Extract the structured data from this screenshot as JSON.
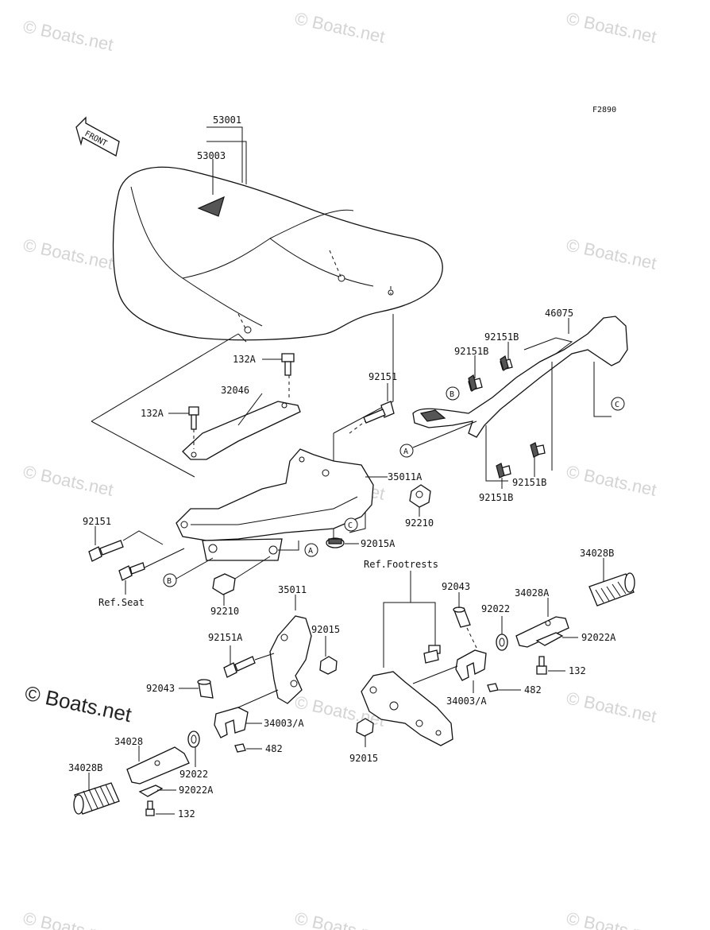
{
  "diagram": {
    "figure_code": "F2890",
    "front_arrow_label": "FRONT",
    "watermark": "© Boats.net",
    "big_watermark": "© Boats.net",
    "part_labels": [
      "53001",
      "53003",
      "132A",
      "32046",
      "132A",
      "92151",
      "35011A",
      "46075",
      "92151B",
      "92151B",
      "92151B",
      "92151B",
      "92210",
      "92015A",
      "92151",
      "92210",
      "Ref.Seat",
      "35011",
      "92015",
      "92151A",
      "92043",
      "34003/A",
      "482",
      "34028",
      "34028B",
      "92022",
      "92022A",
      "132",
      "Ref.Footrests",
      "92043",
      "92022",
      "34028A",
      "34028B",
      "92022A",
      "132",
      "482",
      "34003/A",
      "92015"
    ],
    "callouts": [
      "A",
      "B",
      "C",
      "A",
      "B",
      "C"
    ]
  }
}
